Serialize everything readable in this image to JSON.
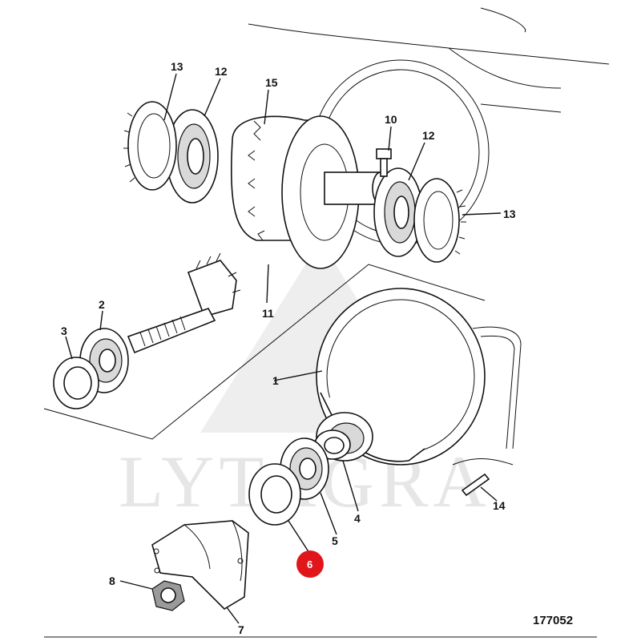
{
  "watermark": {
    "text": "LYTAGRA"
  },
  "drawing_number": "177052",
  "highlight": {
    "label": "6",
    "color": "#e0161b"
  },
  "callouts": {
    "c1": "1",
    "c2": "2",
    "c3": "3",
    "c4": "4",
    "c5": "5",
    "c7": "7",
    "c8": "8",
    "c10": "10",
    "c11": "11",
    "c12a": "12",
    "c12b": "12",
    "c13a": "13",
    "c13b": "13",
    "c14": "14",
    "c15": "15"
  }
}
